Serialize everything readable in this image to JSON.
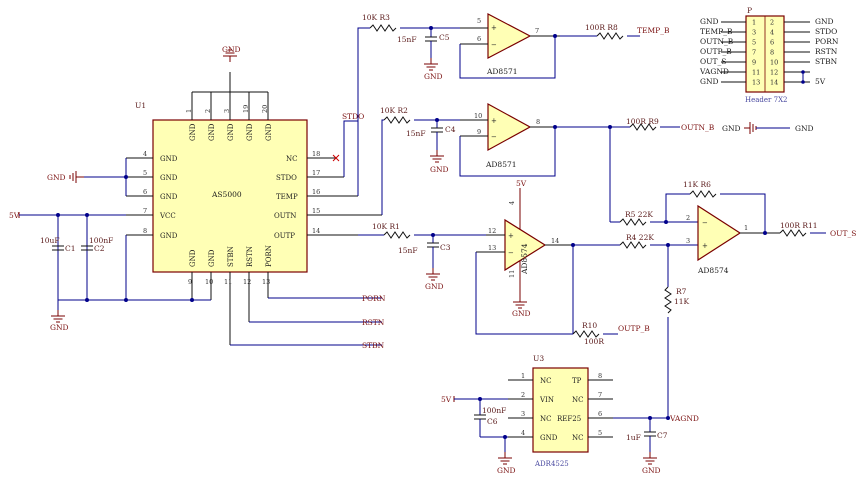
{
  "u1": {
    "ref": "U1",
    "name": "AS5000",
    "left": [
      {
        "no": "4",
        "name": "GND"
      },
      {
        "no": "5",
        "name": "GND"
      },
      {
        "no": "6",
        "name": "GND"
      },
      {
        "no": "7",
        "name": "VCC"
      },
      {
        "no": "8",
        "name": "GND"
      }
    ],
    "right": [
      {
        "no": "18",
        "name": "NC"
      },
      {
        "no": "17",
        "name": "STDO"
      },
      {
        "no": "16",
        "name": "TEMP"
      },
      {
        "no": "15",
        "name": "OUTN"
      },
      {
        "no": "14",
        "name": "OUTP"
      }
    ],
    "top": [
      {
        "no": "1",
        "name": "GND"
      },
      {
        "no": "2",
        "name": "GND"
      },
      {
        "no": "3",
        "name": "GND"
      },
      {
        "no": "19",
        "name": "GND"
      },
      {
        "no": "20",
        "name": "GND"
      }
    ],
    "bottom": [
      {
        "no": "9",
        "name": "GND"
      },
      {
        "no": "10",
        "name": "GND"
      },
      {
        "no": "11",
        "name": "STBN"
      },
      {
        "no": "12",
        "name": "RSTN"
      },
      {
        "no": "13",
        "name": "PORN"
      }
    ]
  },
  "u3": {
    "ref": "U3",
    "name": "ADR4525",
    "left": [
      {
        "no": "1",
        "name": "NC"
      },
      {
        "no": "2",
        "name": "VIN"
      },
      {
        "no": "3",
        "name": "NC"
      },
      {
        "no": "4",
        "name": "GND"
      }
    ],
    "right": [
      {
        "no": "8",
        "name": "TP"
      },
      {
        "no": "7",
        "name": "NC"
      },
      {
        "no": "6",
        "name": "REF25"
      },
      {
        "no": "5",
        "name": "NC"
      }
    ]
  },
  "header": {
    "ref": "P",
    "title": "Header 7X2",
    "left": [
      "GND",
      "TEMP_B",
      "OUTN_B",
      "OUTP_B",
      "OUT_S",
      "VAGND",
      "GND"
    ],
    "pins_left": [
      "1",
      "3",
      "5",
      "7",
      "9",
      "11",
      "13"
    ],
    "pins_right": [
      "2",
      "4",
      "6",
      "8",
      "10",
      "12",
      "14"
    ],
    "right": [
      "GND",
      "STDO",
      "PORN",
      "RSTN",
      "STBN",
      "",
      "5V"
    ]
  },
  "amps": {
    "a1": {
      "name": "AD8571",
      "p_in": "5",
      "n_in": "6",
      "out": "7"
    },
    "a2": {
      "name": "AD8571",
      "p_in": "10",
      "n_in": "9",
      "out": "8"
    },
    "a3": {
      "name": "AD8574",
      "p_in": "12",
      "n_in": "13",
      "out": "14",
      "vp": "4",
      "vn": "11"
    },
    "a4": {
      "name": "AD8574",
      "n_in": "2",
      "p_in": "3",
      "out": "1"
    }
  },
  "parts": {
    "r3": "10K  R3",
    "c5": "15nF",
    "c5r": "C5",
    "r8": "100R R8",
    "temp_b": "TEMP_B",
    "r2": "10K  R2",
    "c4": "15nF",
    "c4r": "C4",
    "r9": "100R R9",
    "outn_b": "OUTN_B",
    "r1": "10K  R1",
    "c3": "15nF",
    "c3r": "C3",
    "r10": "R10",
    "r10v": "100R",
    "outp_b": "OUTP_B",
    "r6": "11K  R6",
    "r5": "R5  22K",
    "r4": "R4  22K",
    "r11": "100R R11",
    "out_s": "OUT_S",
    "r7": "R7",
    "r7v": "11K",
    "vagnd": "VAGND",
    "c1": "C1",
    "c1v": "10uF",
    "c2": "C2",
    "c2v": "100nF",
    "c6": "100nF",
    "c6r": "C6",
    "c7": "C7",
    "c7v": "1uF"
  },
  "nets": {
    "gnd": "GND",
    "v5": "5V",
    "stdo": "STDO",
    "porn": "PORN",
    "rstn": "RSTN",
    "stbn": "STBN"
  }
}
